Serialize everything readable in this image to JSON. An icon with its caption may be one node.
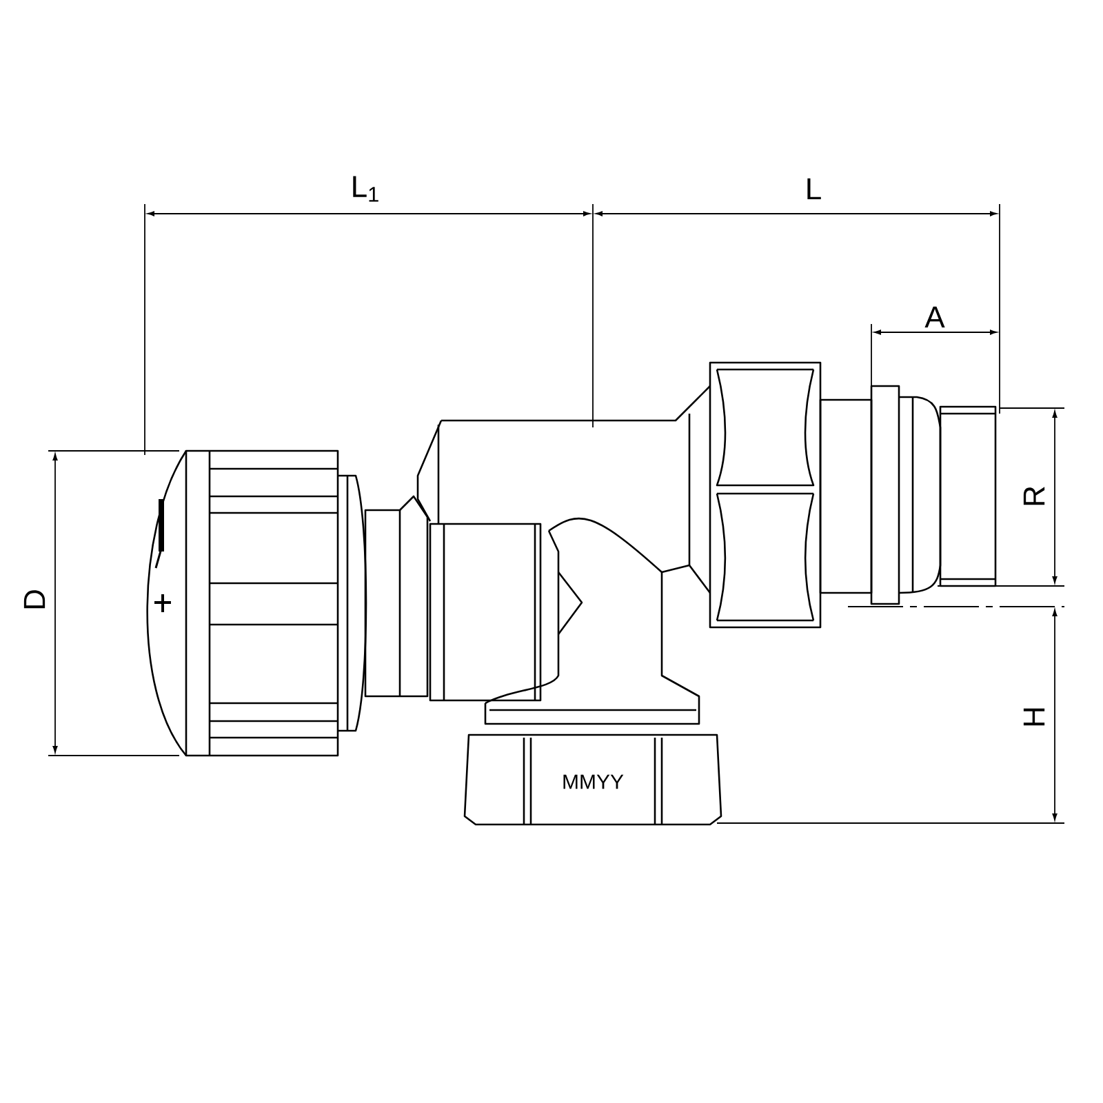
{
  "diagram": {
    "labels": [
      "L$_{1}$",
      "L",
      "A",
      "D",
      "R",
      "H",
      "MMYY"
    ]
  }
}
